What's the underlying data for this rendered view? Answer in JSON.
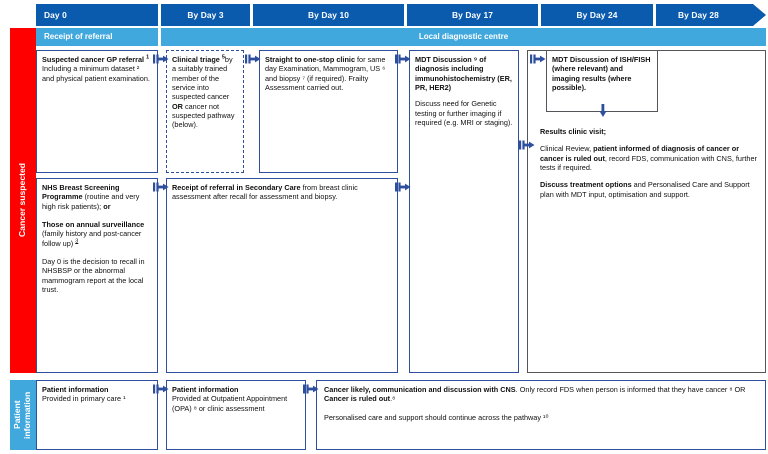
{
  "title": "Breast cancer suspected / screening referral pathway timeline",
  "colors": {
    "header_blue": "#0a5aad",
    "band_blue": "#41a8dd",
    "rail_red": "#fe0000",
    "box_border": "#2d4f9e",
    "grey_border": "#55565a"
  },
  "timeline": {
    "columns": [
      {
        "label": "Day 0"
      },
      {
        "label": "By Day 3"
      },
      {
        "label": "By Day 10"
      },
      {
        "label": "By Day 17"
      },
      {
        "label": "By Day 24"
      },
      {
        "label": "By Day 28"
      }
    ]
  },
  "bands": {
    "receipt": "Receipt of referral",
    "local": "Local diagnostic centre"
  },
  "rails": {
    "cancer_suspected": "Cancer suspected",
    "patient_information": "Patient information"
  },
  "boxes": {
    "gp_referral": {
      "title": "Suspected cancer GP referral",
      "title_sup": "1",
      "body": "Including a minimum dataset ² and physical patient examination."
    },
    "clinical_triage": {
      "title": "Clinical triage",
      "title_sup": "5",
      "body_a": "by a suitably trained member of the service into suspected cancer ",
      "bold_or": "OR",
      "body_b": " cancer not suspected pathway (below)."
    },
    "one_stop": {
      "title": "Straight to one-stop clinic",
      "body": "for same day Examination, Mammogram, US ⁶ and biopsy ⁷ (if required). Frailty Assessment carried out."
    },
    "mdt_diagnosis": {
      "title": "MDT Discussion ⁹ of diagnosis including immunohistochemistry (ER, PR, HER2)",
      "body": "Discuss need for Genetic testing or further imaging if required (e.g. MRI or staging)."
    },
    "mdt_ish": {
      "title": "MDT Discussion of ISH/FISH (where relevant) and imaging results (where possible)."
    },
    "results_clinic": {
      "heading": "Results clinic visit;",
      "line1": "Clinical Review, patient informed of diagnosis of cancer or cancer is ruled out, record FDS, communication with CNS, further tests if required.",
      "line2": "Discuss treatment options and Personalised Care and Support plan with MDT input, optimisation and support."
    },
    "screening": {
      "title1": "NHS Breast Screening Programme",
      "title1_rest": " (routine and very high risk patients); ",
      "or": "or",
      "title2": "Those on annual surveillance",
      "title2_rest": " (family history and post-cancer follow up) ",
      "title2_sup": "3",
      "note": "Day 0 is the decision to recall in NHSBSP or the abnormal mammogram report at the local trust."
    },
    "secondary_receipt": {
      "title": "Receipt of referral in Secondary Care",
      "body": " from breast clinic assessment after recall for assessment and biopsy."
    },
    "pi_primary": {
      "title": "Patient information",
      "body": "Provided in primary care ¹"
    },
    "pi_opa": {
      "title": "Patient information",
      "body": "Provided at Outpatient Appointment (OPA) ⁸ or clinic assessment"
    },
    "pi_cancer": {
      "bold1": "Cancer likely, communication and discussion with CNS",
      "mid1": ". Only record FDS when person is informed that they have cancer ⁸ OR ",
      "bold2": "Cancer is ruled out",
      "end1": ".⁸",
      "line2": "Personalised care and support should continue across the pathway ¹⁰"
    }
  }
}
